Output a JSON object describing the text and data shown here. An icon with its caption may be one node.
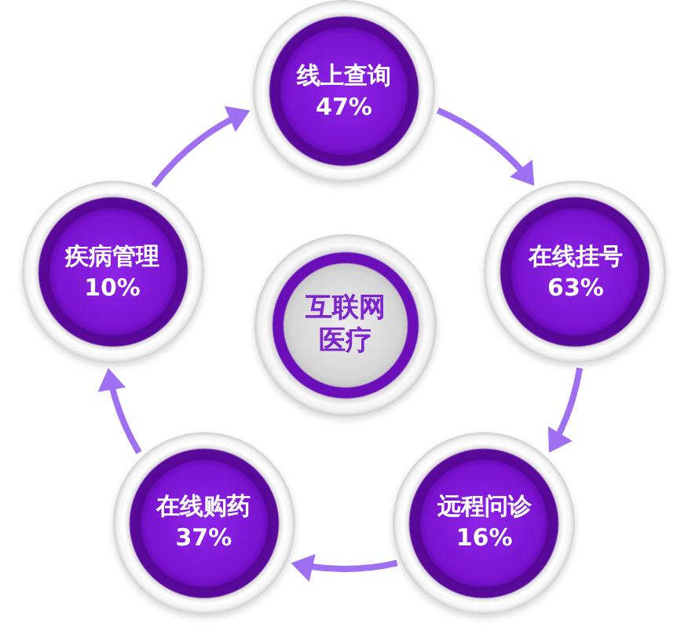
{
  "diagram": {
    "nodes": [
      {
        "text": [
          "线上查询",
          "47%"
        ]
      },
      {
        "text": [
          "疾病管理",
          "10%"
        ]
      },
      {
        "text": [
          "在线挂号",
          "63%"
        ]
      },
      {
        "text": [
          "互联网医疗"
        ]
      },
      {
        "text": [
          "在线购药",
          "37%"
        ]
      },
      {
        "text": [
          "远程问诊",
          "16%"
        ]
      }
    ],
    "edges": [
      {
        "from": 0,
        "to": 2,
        "arrow": "to"
      },
      {
        "from": 2,
        "to": 5,
        "arrow": "to"
      },
      {
        "from": 5,
        "to": 4,
        "arrow": "to"
      },
      {
        "from": 4,
        "to": 1,
        "arrow": "to"
      },
      {
        "from": 1,
        "to": 0,
        "arrow": "to"
      }
    ]
  }
}
